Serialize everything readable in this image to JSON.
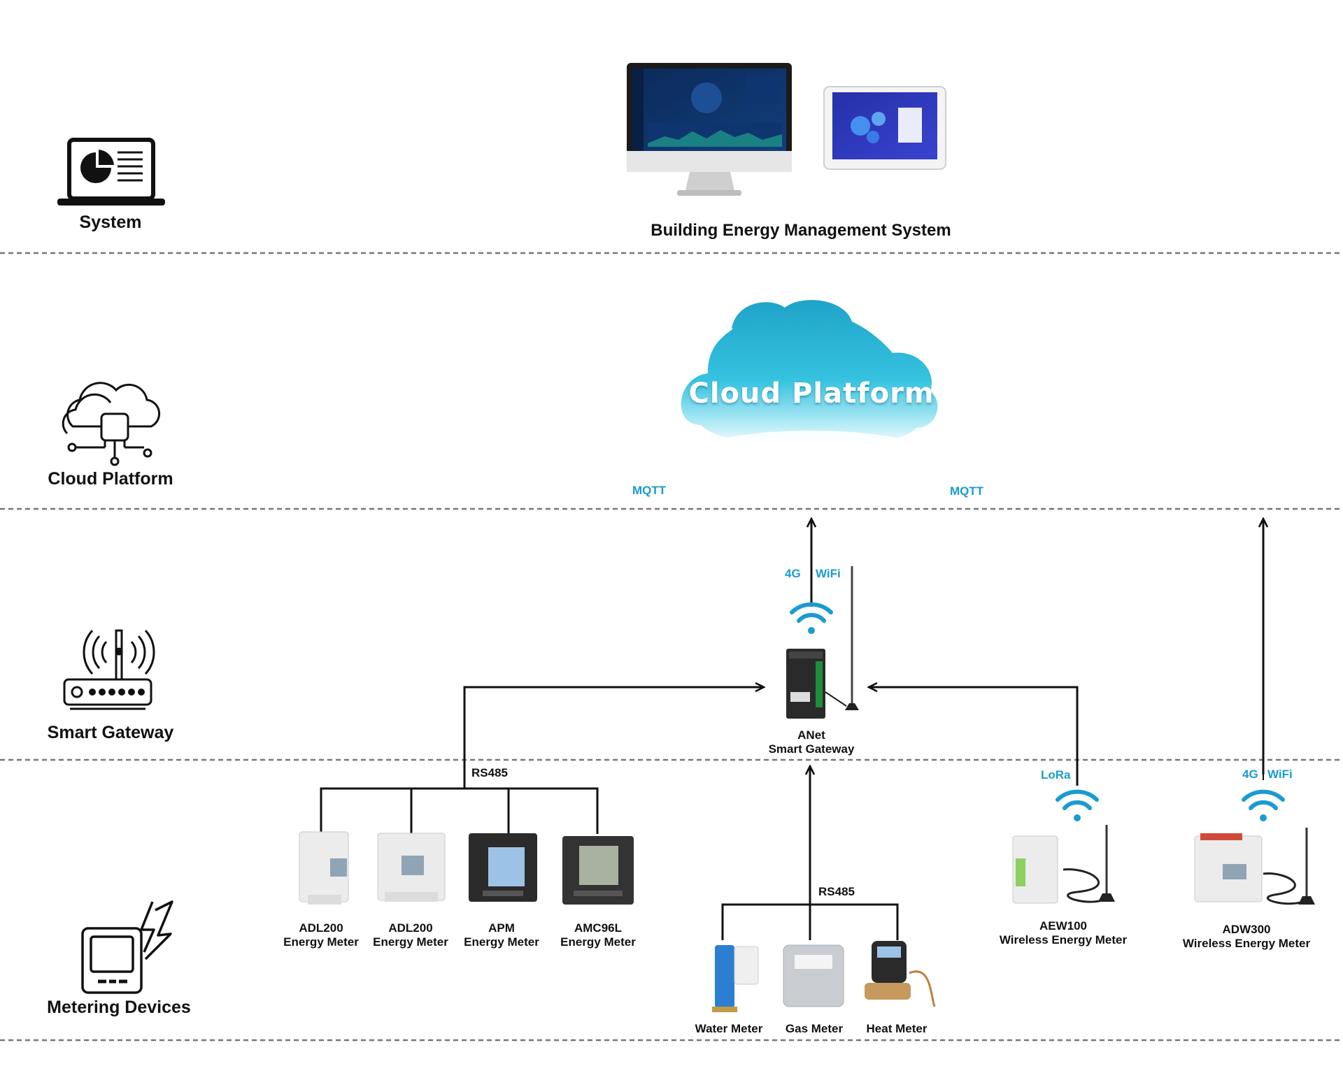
{
  "layers": {
    "system": "System",
    "cloud": "Cloud Platform",
    "gateway": "Smart Gateway",
    "metering": "Metering Devices"
  },
  "system": {
    "title": "Building Energy Management System"
  },
  "cloud": {
    "title": "Cloud Platform",
    "left_protocol": "MQTT",
    "right_protocol": "MQTT"
  },
  "gateway": {
    "name": "ANet",
    "type": "Smart Gateway",
    "uplink": [
      "4G",
      "WiFi"
    ]
  },
  "buses": {
    "wired_left": "RS485",
    "wired_center": "RS485"
  },
  "wired_meters": [
    {
      "model": "ADL200",
      "type": "Energy Meter"
    },
    {
      "model": "ADL200",
      "type": "Energy Meter"
    },
    {
      "model": "APM",
      "type": "Energy Meter"
    },
    {
      "model": "AMC96L",
      "type": "Energy Meter"
    }
  ],
  "utility_meters": [
    "Water Meter",
    "Gas Meter",
    "Heat Meter"
  ],
  "wireless_meters": [
    {
      "model": "AEW100",
      "type": "Wireless Energy Meter",
      "link": "LoRa"
    },
    {
      "model": "ADW300",
      "type": "Wireless Energy Meter",
      "link": [
        "4G",
        "WiFi"
      ]
    }
  ],
  "colors": {
    "protocol": "#1a9bd1",
    "line": "#111111",
    "divider": "#777777",
    "cloud": "#2ab6d6"
  }
}
